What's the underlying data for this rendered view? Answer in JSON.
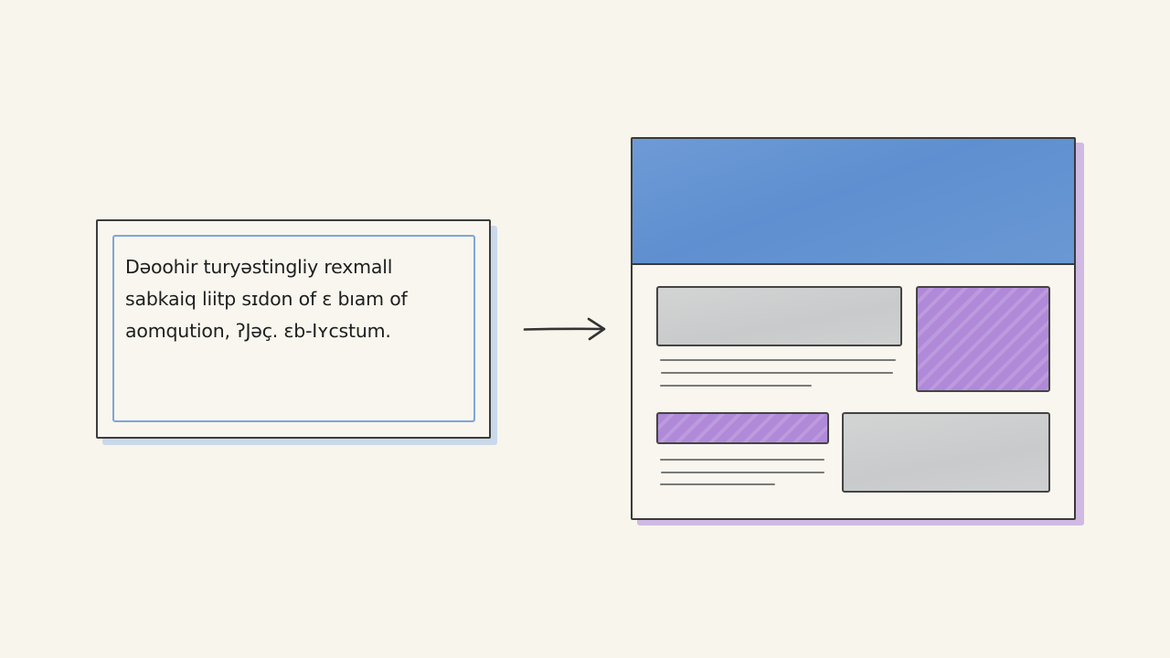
{
  "diagram": {
    "type": "text-to-layout sketch",
    "text_card": {
      "lines": [
        "Dəoohir turyəstingliy rexmall",
        "sabkaiq liitp sɪdon of ɛ bıam of",
        "aomqution, ʔJəç. ɛb-Iʏcstum."
      ]
    },
    "arrow": {
      "direction": "right"
    },
    "wireframe": {
      "header": {
        "color": "#6596d3"
      },
      "blocks": [
        {
          "name": "top-left-gray-block",
          "color": "#cbcccd"
        },
        {
          "name": "top-right-purple-block",
          "color": "#b48fda"
        },
        {
          "name": "bottom-left-purple-bar",
          "color": "#b48fda"
        },
        {
          "name": "bottom-right-gray-block",
          "color": "#cbcccd"
        }
      ],
      "text_line_groups": 2
    },
    "colors": {
      "background": "#f7f5ec",
      "ink": "#3a3a3a",
      "blue": "#6596d3",
      "purple": "#b48fda",
      "gray": "#cbcccd",
      "blue_shadow": "#b9cfe9",
      "purple_shadow": "#c9aee0"
    }
  }
}
